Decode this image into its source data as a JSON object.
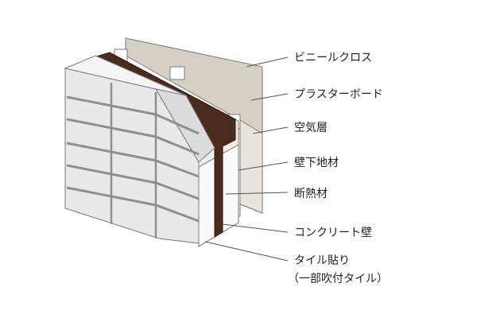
{
  "diagram": {
    "labels": {
      "vinyl_cloth": "ビニールクロス",
      "plaster_board": "プラスターボード",
      "air_layer": "空気層",
      "base_material": "壁下地材",
      "insulation": "断熱材",
      "concrete_wall": "コンクリート壁",
      "tile": "タイル貼り",
      "tile_note": "（一部吹付タイル）"
    },
    "colors": {
      "board": "#d6cfc6",
      "insulation": "#4a2c1f",
      "concrete": "#f1efec",
      "tile": "#e9e9e9",
      "grout": "#9a9a9a",
      "line": "#7a7a7a"
    }
  }
}
